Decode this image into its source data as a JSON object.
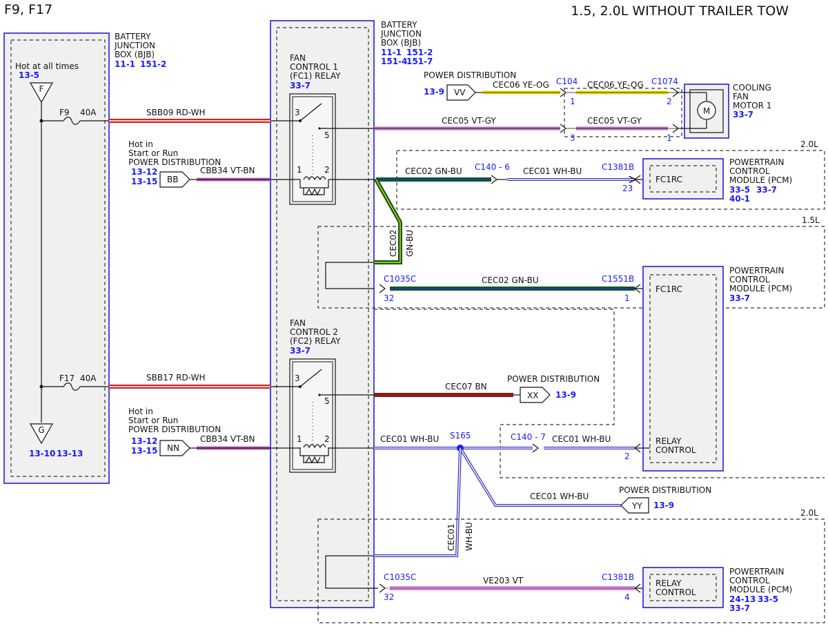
{
  "header": {
    "left": "F9, F17",
    "right": "1.5, 2.0L WITHOUT TRAILER TOW"
  },
  "bjb_left": {
    "label": [
      "BATTERY",
      "JUNCTION",
      "BOX (BJB)"
    ],
    "refs": [
      "11-1",
      "151-2"
    ],
    "hot_label": "Hot at all times",
    "hot_ref": "13-5",
    "terminal_top": "F",
    "terminal_bottom": "G",
    "ground_refs": [
      "13-10",
      "13-13"
    ],
    "fuse1": {
      "name": "F9",
      "rating": "40A"
    },
    "fuse2": {
      "name": "F17",
      "rating": "40A"
    }
  },
  "bjb_center": {
    "label": [
      "BATTERY",
      "JUNCTION",
      "BOX (BJB)"
    ],
    "refs": [
      "11-1",
      "151-2",
      "151-4",
      "151-7"
    ],
    "relay1": {
      "label": [
        "FAN",
        "CONTROL 1",
        "(FC1) RELAY"
      ],
      "ref": "33-7",
      "pins": [
        "3",
        "5",
        "1",
        "2"
      ]
    },
    "relay2": {
      "label": [
        "FAN",
        "CONTROL 2",
        "(FC2) RELAY"
      ],
      "ref": "33-7",
      "pins": [
        "3",
        "5",
        "1",
        "2"
      ]
    }
  },
  "wires": {
    "sbb09": "SBB09  RD-WH",
    "sbb17": "SBB17  RD-WH",
    "cbb34_a": "CBB34  VT-BN",
    "cbb34_b": "CBB34  VT-BN",
    "cec06_a": "CEC06  YE-OG",
    "cec06_b": "CEC06  YE-OG",
    "cec05_a": "CEC05  VT-GY",
    "cec05_b": "CEC05  VT-GY",
    "cec02_a": "CEC02  GN-BU",
    "cec02_v1": "CEC02",
    "cec02_v2": "GN-BU",
    "cec02_b": "CEC02  GN-BU",
    "cec01_a": "CEC01  WH-BU",
    "cec07": "CEC07  BN",
    "cec01_b": "CEC01  WH-BU",
    "cec01_c": "CEC01  WH-BU",
    "cec01_d": "CEC01  WH-BU",
    "cec01_v1": "CEC01",
    "cec01_v2": "WH-BU",
    "ve203": "VE203  VT"
  },
  "power_dist": {
    "hot_start_run": [
      "Hot in",
      "Start or Run",
      "POWER DISTRIBUTION"
    ],
    "pd_label": "POWER DISTRIBUTION",
    "bb": {
      "code": "BB",
      "refs": [
        "13-12",
        "13-15"
      ]
    },
    "nn": {
      "code": "NN",
      "refs": [
        "13-12",
        "13-15"
      ]
    },
    "vv": {
      "code": "VV",
      "ref": "13-9"
    },
    "xx": {
      "code": "XX",
      "ref": "13-9"
    },
    "yy": {
      "code": "YY",
      "ref": "13-9"
    }
  },
  "connectors": {
    "c104": "C104",
    "c1074": "C1074",
    "c140_6": "C140 - 6",
    "c1381b_a": "C1381B",
    "c1035c_a": "C1035C",
    "c1551b": "C1551B",
    "c140_7": "C140 - 7",
    "s165": "S165",
    "c1035c_b": "C1035C",
    "c1381b_b": "C1381B",
    "pins": {
      "c104_1": "1",
      "c104_3": "3",
      "c1074_2": "2",
      "c1074_1": "1",
      "c1381b_23": "23",
      "c1035c_32a": "32",
      "c1551b_1": "1",
      "pcm_2": "2",
      "c1035c_32b": "32",
      "c1381b_4": "4"
    }
  },
  "engine_tags": {
    "a": "2.0L",
    "b": "1.5L",
    "c": "2.0L"
  },
  "modules": {
    "fan_motor": {
      "label": [
        "COOLING",
        "FAN",
        "MOTOR 1"
      ],
      "ref": "33-7",
      "symbol": "M"
    },
    "pcm_a": {
      "label": [
        "POWERTRAIN",
        "CONTROL",
        "MODULE (PCM)"
      ],
      "refs": [
        "33-5",
        "33-7",
        "40-1"
      ],
      "inner": "FC1RC"
    },
    "pcm_b": {
      "label": [
        "POWERTRAIN",
        "CONTROL",
        "MODULE (PCM)"
      ],
      "refs": [
        "33-7"
      ],
      "inner_top": "FC1RC",
      "inner_bottom": [
        "RELAY",
        "CONTROL"
      ]
    },
    "pcm_c": {
      "label": [
        "POWERTRAIN",
        "CONTROL",
        "MODULE (PCM)"
      ],
      "refs": [
        "24-13",
        "33-5",
        "33-7"
      ],
      "inner": [
        "RELAY",
        "CONTROL"
      ]
    }
  },
  "colors": {
    "rd_wh": "#d42020",
    "vt_bn": "#c060c0",
    "ye_og": "#e8d800",
    "vt_gy": "#c070c0",
    "gn_bu": "#0a5a20",
    "wh_bu": "#3030c0",
    "bn": "#8b1a1a",
    "vt": "#d888d8",
    "blue": "#1a1aff"
  }
}
